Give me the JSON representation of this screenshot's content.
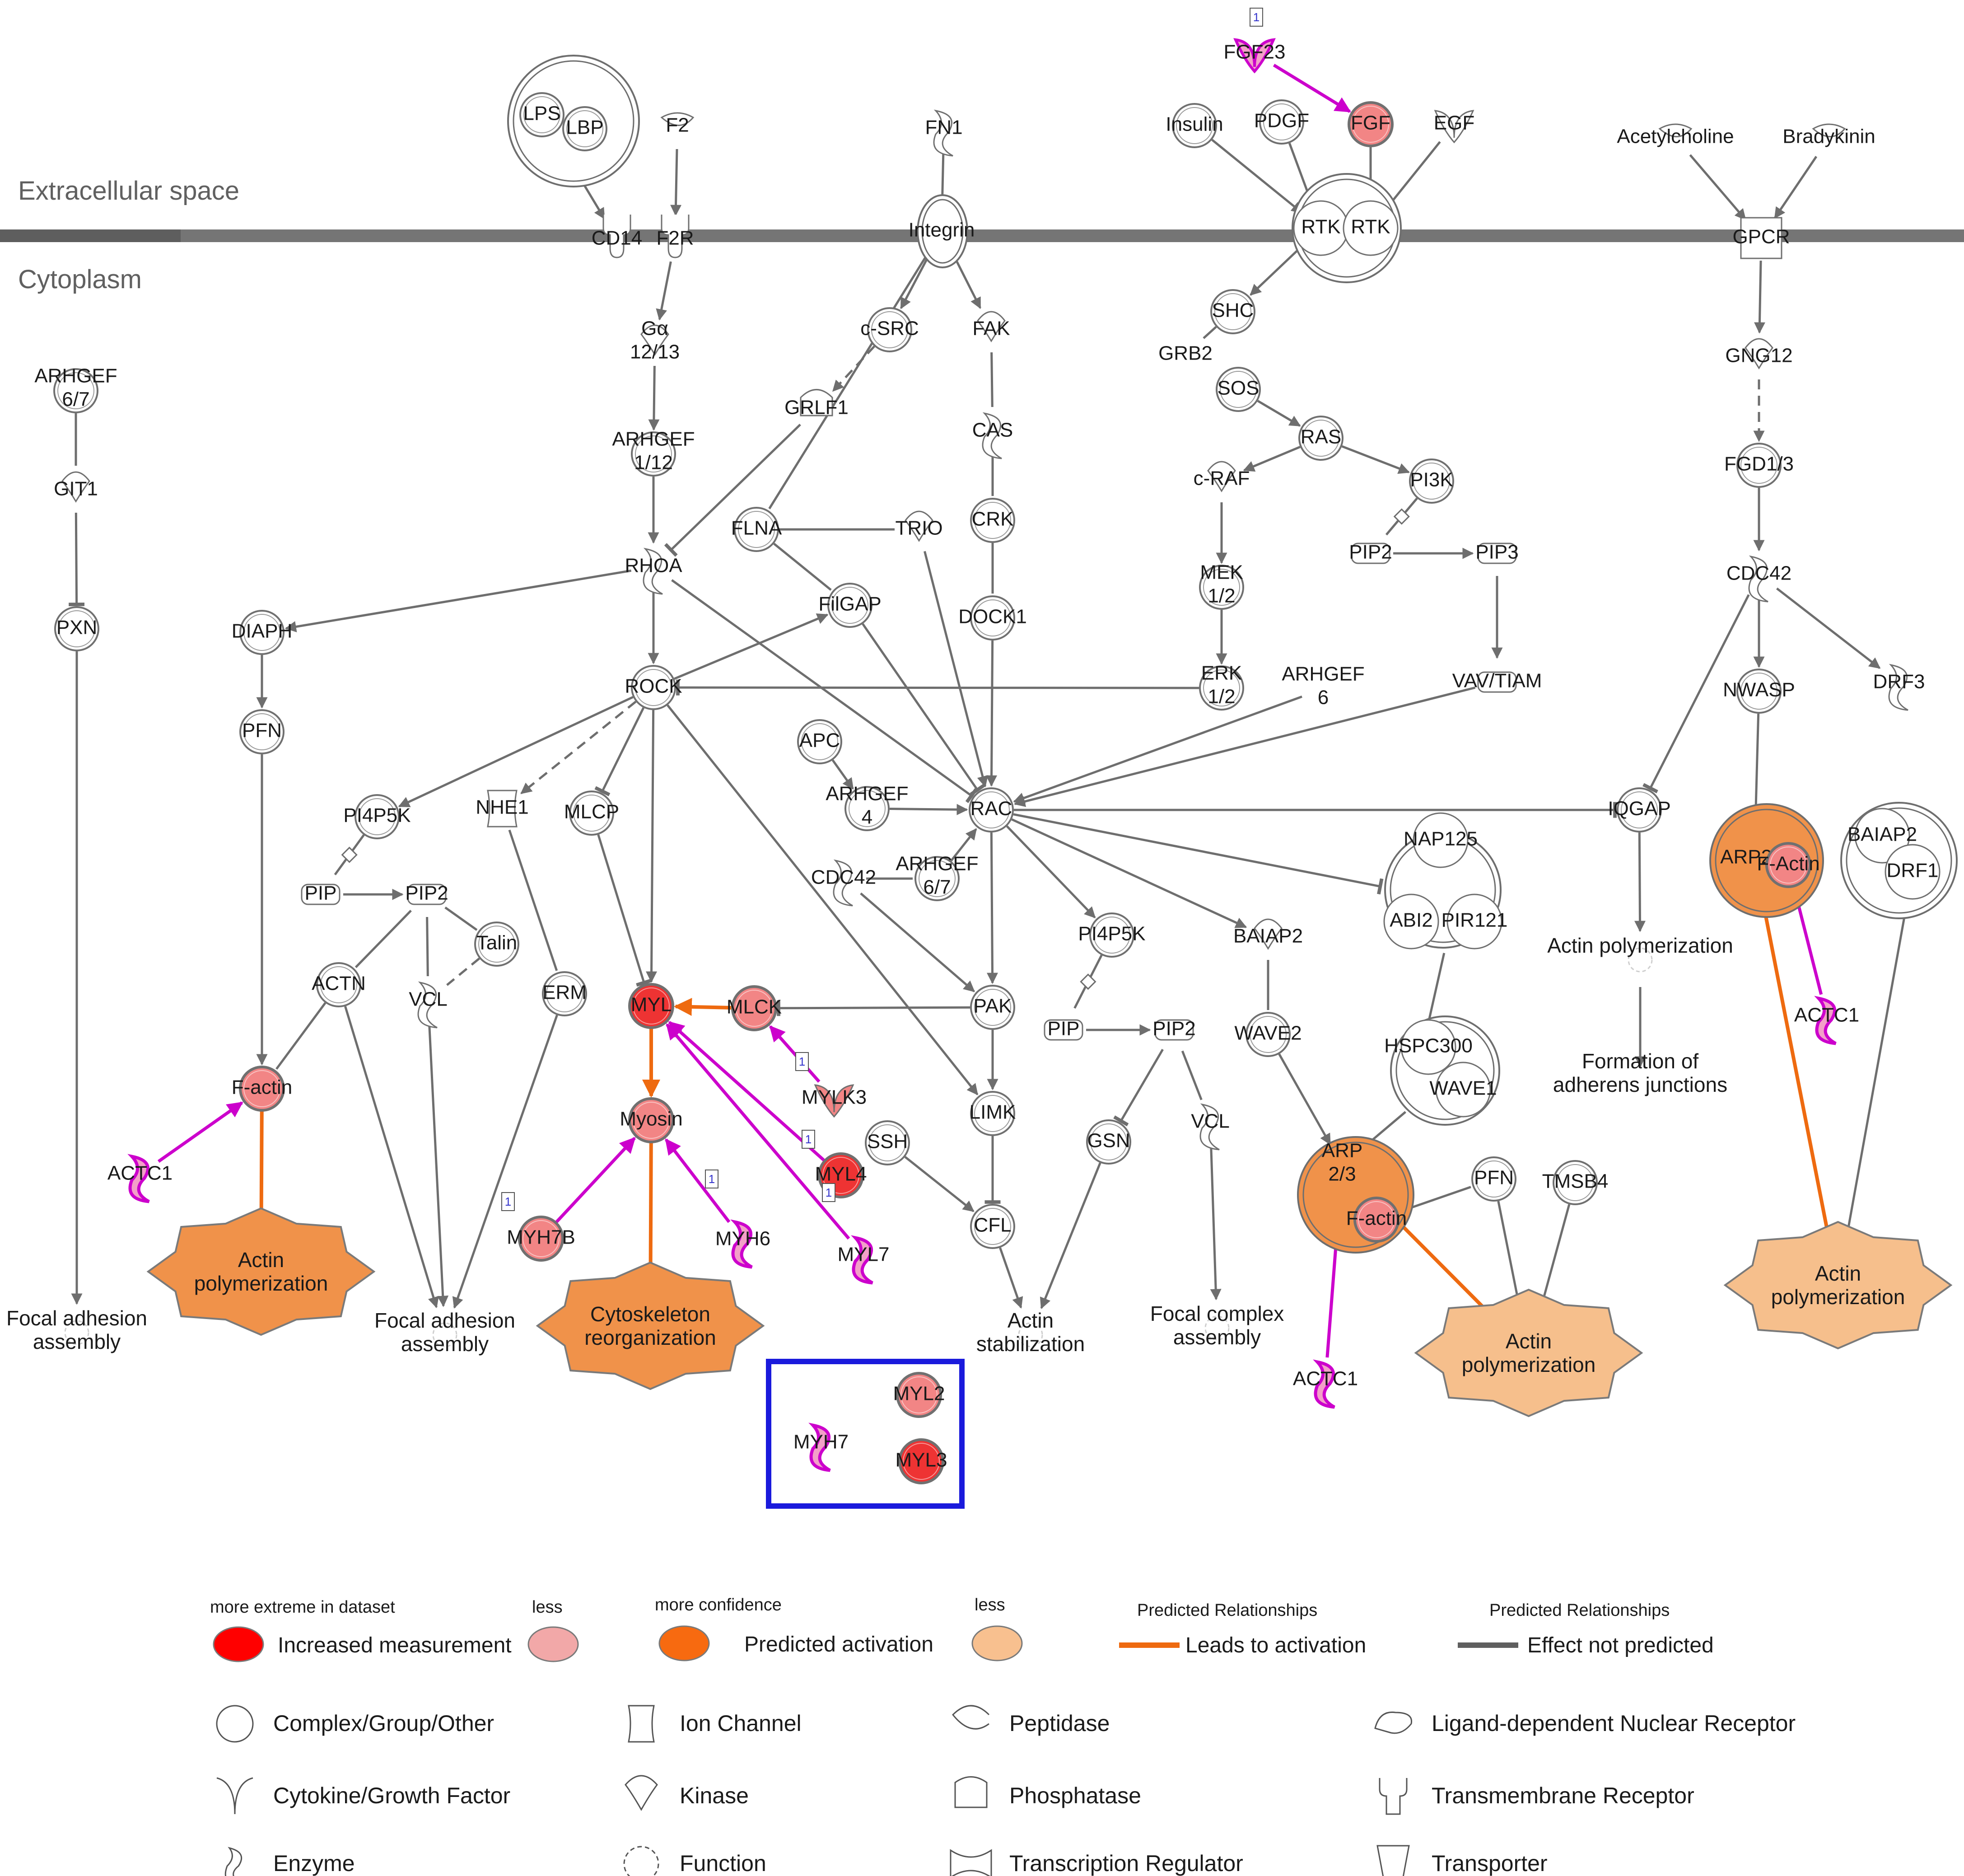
{
  "compartments": {
    "extracellular": "Extracellular space",
    "cytoplasm": "Cytoplasm"
  },
  "colors": {
    "increased_strong": "#ff3333",
    "increased_light": "#f4a3a3",
    "activation_strong": "#f08a3a",
    "activation_light": "#f6bf8c",
    "highlight_edge": "#cc00cc",
    "activation_edge": "#ee6a10",
    "edge": "#6e6e6e",
    "membrane": "#757575",
    "box": "#1a1adc"
  },
  "nodes": {
    "LPS": "LPS",
    "LBP": "LBP",
    "F2": "F2",
    "CD14": "CD14",
    "F2R": "F2R",
    "FN1": "FN1",
    "Integrin": "Integrin",
    "FGF23": "FGF23",
    "Insulin": "Insulin",
    "PDGF": "PDGF",
    "FGF": "FGF",
    "EGF": "EGF",
    "RTK1": "RTK",
    "RTK2": "RTK",
    "Acetylcholine": "Acetylcholine",
    "Bradykinin": "Bradykinin",
    "GPCR": "GPCR",
    "Ga1213": [
      "Gα",
      "12/13"
    ],
    "ARHGEF67a": [
      "ARHGEF",
      "6/7"
    ],
    "GIT1": "GIT1",
    "PXN": "PXN",
    "cSRC": "c-SRC",
    "FAK": "FAK",
    "GRLF1": "GRLF1",
    "ARHGEF112": [
      "ARHGEF",
      "1/12"
    ],
    "CAS": "CAS",
    "CRK": "CRK",
    "FLNA": "FLNA",
    "TRIO": "TRIO",
    "RHOA": "RHOA",
    "FilGAP": "FilGAP",
    "DOCK1": "DOCK1",
    "DIAPH": "DIAPH",
    "ROCK": "ROCK",
    "PFN1": "PFN",
    "SHC": "SHC",
    "GRB2": "GRB2",
    "SOS": "SOS",
    "RAS": "RAS",
    "cRAF": "c-RAF",
    "PI3K": "PI3K",
    "PIP2a": "PIP2",
    "PIP3": "PIP3",
    "MEK": [
      "MEK",
      "1/2"
    ],
    "ERK": [
      "ERK",
      "1/2"
    ],
    "ARHGEF6": [
      "ARHGEF",
      "6"
    ],
    "VAVTIAM": "VAV/TIAM",
    "GNG12": "GNG12",
    "FGD13": "FGD1/3",
    "CDC42a": "CDC42",
    "NWASP": "NWASP",
    "DRF3": "DRF3",
    "PI4P5Ka": "PI4P5K",
    "NHE1": "NHE1",
    "MLCP": "MLCP",
    "APC": "APC",
    "ARHGEF4": [
      "ARHGEF",
      "4"
    ],
    "RAC": "RAC",
    "IQGAP": "IQGAP",
    "ARP23a": "ARP2/3",
    "FActin1": "F-Actin",
    "BAIAP2a": "BAIAP2",
    "DRF1": "DRF1",
    "PIPa": "PIP",
    "PIP2b": "PIP2",
    "Talin": "Talin",
    "ACTN": "ACTN",
    "VCLa": "VCL",
    "ERM": "ERM",
    "MYL": "MYL",
    "MLCK": "MLCK",
    "CDC42b": "CDC42",
    "ARHGEF67b": [
      "ARHGEF",
      "6/7"
    ],
    "PAK": "PAK",
    "PI4P5Kb": "PI4P5K",
    "BAIAP2b": "BAIAP2",
    "NAP125": "NAP125",
    "ABI2": "ABI2",
    "PIR121": "PIR121",
    "PIPb": "PIP",
    "PIP2c": "PIP2",
    "WAVE2": "WAVE2",
    "HSPC300": "HSPC300",
    "WAVE1": "WAVE1",
    "Factin2": "F-actin",
    "ACTC1a": "ACTC1",
    "MYLK3": "MYLK3",
    "Myosin": "Myosin",
    "SSH": "SSH",
    "LIMK": "LIMK",
    "GSN": "GSN",
    "VCLb": "VCL",
    "MYL4": "MYL4",
    "ACTC1b": "ACTC1",
    "ARP23b": [
      "ARP",
      "2/3"
    ],
    "Factin3": "F-actin",
    "PFN2": "PFN",
    "TMSB4": "TMSB4",
    "MYH7B": "MYH7B",
    "MYH6": "MYH6",
    "MYL7": "MYL7",
    "CFL": "CFL",
    "ACTC1c": "ACTC1",
    "MYH7": "MYH7",
    "MYL2": "MYL2",
    "MYL3": "MYL3"
  },
  "processes": {
    "actpoly1": [
      "Actin",
      "polymerization"
    ],
    "cytoskel": [
      "Cytoskeleton",
      "reorganization"
    ],
    "actpoly2": [
      "Actin",
      "polymerization"
    ],
    "actpoly3": [
      "Actin",
      "polymerization"
    ],
    "actpolyIQ": "Actin polymerization",
    "adherens": [
      "Formation of",
      "adherens junctions"
    ],
    "focal1": [
      "Focal adhesion",
      "assembly"
    ],
    "focal2": [
      "Focal adhesion",
      "assembly"
    ],
    "actstab": [
      "Actin",
      "stabilization"
    ],
    "focalcx": [
      "Focal complex",
      "assembly"
    ]
  },
  "badges": [
    "1",
    "1",
    "1",
    "1",
    "1",
    "1"
  ],
  "legend": {
    "extreme_small": "more extreme in dataset",
    "less1": "less",
    "increased": "Increased measurement",
    "confidence_small": "more confidence",
    "less2": "less",
    "activation": "Predicted activation",
    "pred1_title": "Predicted Relationships",
    "leads": "Leads to activation",
    "pred2_title": "Predicted Relationships",
    "effect": "Effect not predicted"
  },
  "shape_key": [
    {
      "label": "Complex/Group/Other",
      "icon": "circle-icon"
    },
    {
      "label": "Cytokine/Growth Factor",
      "icon": "cytokine-icon"
    },
    {
      "label": "Enzyme",
      "icon": "enzyme-icon"
    },
    {
      "label": "Ion Channel",
      "icon": "ion-channel-icon"
    },
    {
      "label": "Kinase",
      "icon": "kinase-icon"
    },
    {
      "label": "Function",
      "icon": "function-icon"
    },
    {
      "label": "Peptidase",
      "icon": "peptidase-icon"
    },
    {
      "label": "Phosphatase",
      "icon": "phosphatase-icon"
    },
    {
      "label": "Transcription Regulator",
      "icon": "transcription-regulator-icon"
    },
    {
      "label": "Ligand-dependent Nuclear Receptor",
      "icon": "nuclear-receptor-icon"
    },
    {
      "label": "Transmembrane Receptor",
      "icon": "transmembrane-receptor-icon"
    },
    {
      "label": "Transporter",
      "icon": "transporter-icon"
    }
  ]
}
